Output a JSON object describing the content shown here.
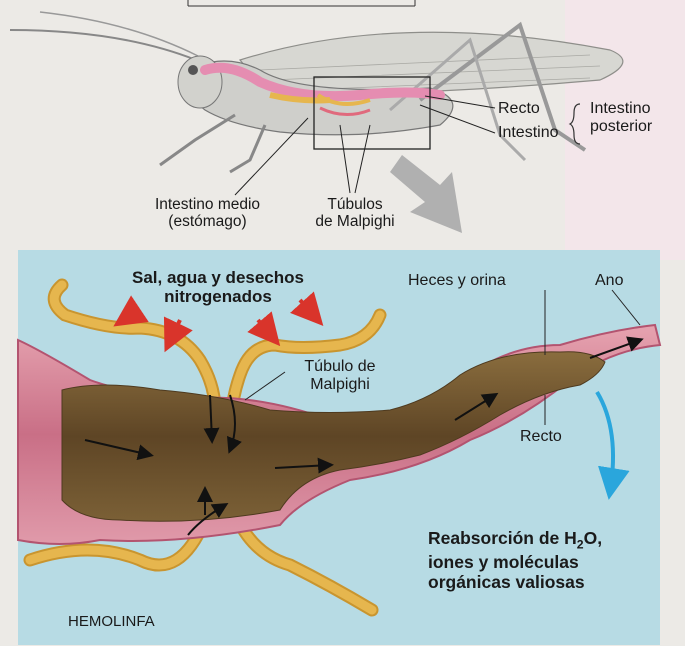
{
  "top_diagram": {
    "rectum": "Recto",
    "intestine": "Intestino",
    "hindgut_line1": "Intestino",
    "hindgut_line2": "posterior",
    "midgut_line1": "Intestino medio",
    "midgut_line2": "(estómago)",
    "tubules_line1": "Túbulos",
    "tubules_line2": "de Malpighi"
  },
  "bottom_diagram": {
    "salts_line1": "Sal, agua y desechos",
    "salts_line2": "nitrogenados",
    "feces": "Heces y orina",
    "anus": "Ano",
    "tubule_line1": "Túbulo de",
    "tubule_line2": "Malpighi",
    "rectum": "Recto",
    "reabs_prefix": "Reabsorción de H",
    "reabs_sub": "2",
    "reabs_suffix": "O,",
    "reabs_line2": "iones y moléculas",
    "reabs_line3": "orgánicas valiosas",
    "hemolymph": "HEMOLINFA"
  },
  "colors": {
    "fluid": "#b7dbe4",
    "tube_pink": "#d98a9c",
    "tube_inner": "#c26b82",
    "waste_brown": "#6d5430",
    "malpighi_yellow": "#e6b64e",
    "red_arrow": "#d9342b",
    "blue_arrow": "#2aa6dc"
  }
}
